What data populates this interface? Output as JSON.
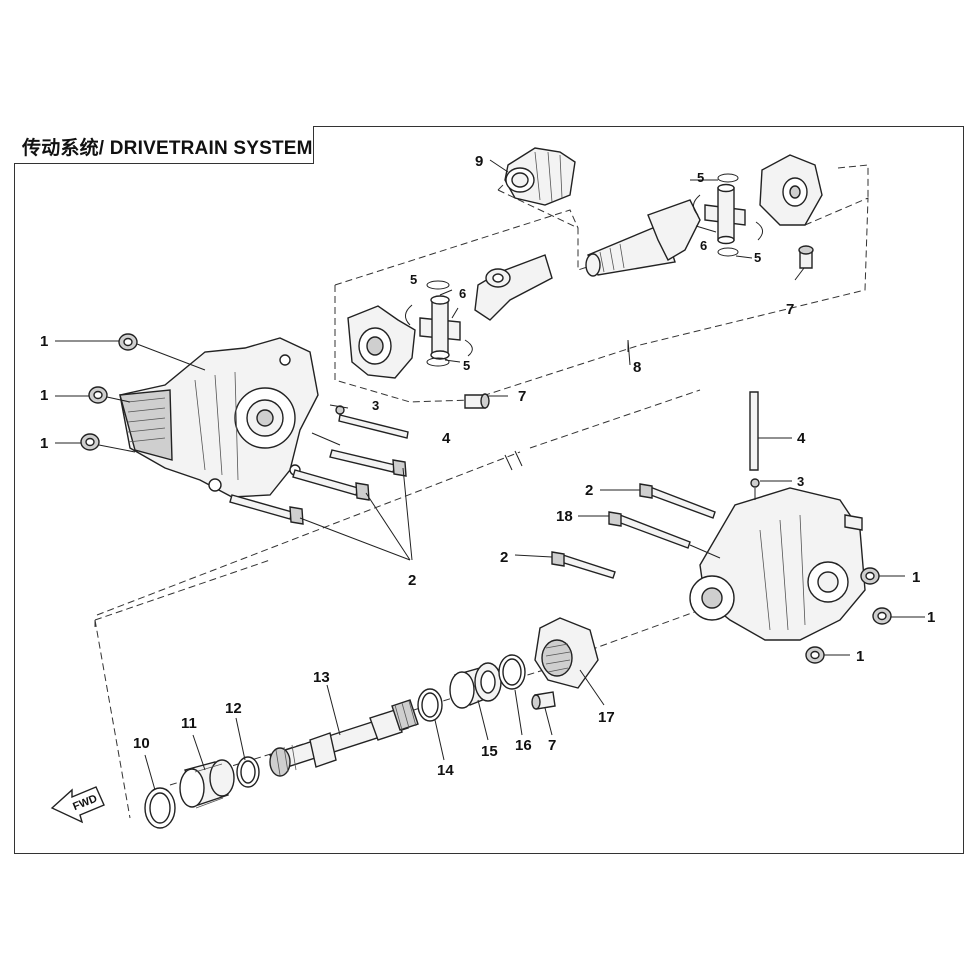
{
  "title": "传动系统/ DRIVETRAIN SYSTEM",
  "fwd_label": "FWD",
  "callouts": {
    "c1a": "1",
    "c1b": "1",
    "c1c": "1",
    "c1d": "1",
    "c1e": "1",
    "c1f": "1",
    "c2a": "2",
    "c2b": "2",
    "c2c": "2",
    "c3a": "3",
    "c3b": "3",
    "c4a": "4",
    "c4b": "4",
    "c5a": "5",
    "c5b": "5",
    "c5c": "5",
    "c5d": "5",
    "c6a": "6",
    "c6b": "6",
    "c7a": "7",
    "c7b": "7",
    "c7c": "7",
    "c8": "8",
    "c9": "9",
    "c10": "10",
    "c11": "11",
    "c12": "12",
    "c13": "13",
    "c14": "14",
    "c15": "15",
    "c16": "16",
    "c17": "17",
    "c18": "18"
  }
}
